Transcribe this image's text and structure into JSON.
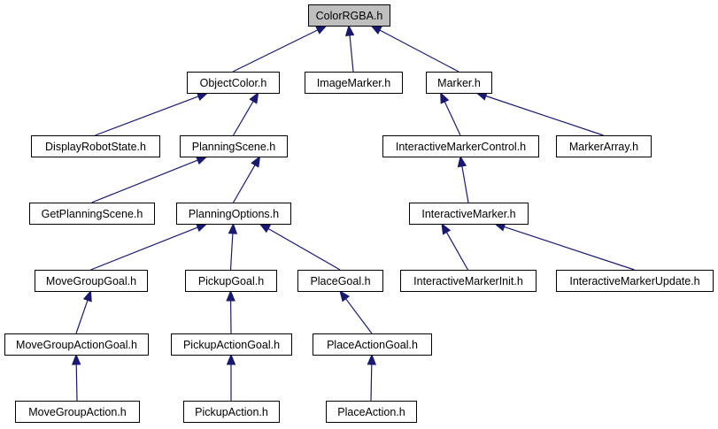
{
  "graph": {
    "nodes": [
      {
        "id": "colorrgba",
        "label": "ColorRGBA.h",
        "root": true
      },
      {
        "id": "objectcolor",
        "label": "ObjectColor.h"
      },
      {
        "id": "imagemarker",
        "label": "ImageMarker.h"
      },
      {
        "id": "marker",
        "label": "Marker.h"
      },
      {
        "id": "displayrobotstate",
        "label": "DisplayRobotState.h"
      },
      {
        "id": "planningscene",
        "label": "PlanningScene.h"
      },
      {
        "id": "interactivemarkercontrol",
        "label": "InteractiveMarkerControl.h"
      },
      {
        "id": "markerarray",
        "label": "MarkerArray.h"
      },
      {
        "id": "getplanningscene",
        "label": "GetPlanningScene.h"
      },
      {
        "id": "planningoptions",
        "label": "PlanningOptions.h"
      },
      {
        "id": "interactivemarker",
        "label": "InteractiveMarker.h"
      },
      {
        "id": "movegroupgoal",
        "label": "MoveGroupGoal.h"
      },
      {
        "id": "pickupgoal",
        "label": "PickupGoal.h"
      },
      {
        "id": "placegoal",
        "label": "PlaceGoal.h"
      },
      {
        "id": "interactivemarkerinit",
        "label": "InteractiveMarkerInit.h"
      },
      {
        "id": "interactivemarkerupdate",
        "label": "InteractiveMarkerUpdate.h"
      },
      {
        "id": "movegroupactiongoal",
        "label": "MoveGroupActionGoal.h"
      },
      {
        "id": "pickupactiongoal",
        "label": "PickupActionGoal.h"
      },
      {
        "id": "placeactiongoal",
        "label": "PlaceActionGoal.h"
      },
      {
        "id": "movegroupaction",
        "label": "MoveGroupAction.h"
      },
      {
        "id": "pickupaction",
        "label": "PickupAction.h"
      },
      {
        "id": "placeaction",
        "label": "PlaceAction.h"
      }
    ],
    "edges": [
      {
        "from": "objectcolor",
        "to": "colorrgba"
      },
      {
        "from": "imagemarker",
        "to": "colorrgba"
      },
      {
        "from": "marker",
        "to": "colorrgba"
      },
      {
        "from": "displayrobotstate",
        "to": "objectcolor"
      },
      {
        "from": "planningscene",
        "to": "objectcolor"
      },
      {
        "from": "interactivemarkercontrol",
        "to": "marker"
      },
      {
        "from": "markerarray",
        "to": "marker"
      },
      {
        "from": "getplanningscene",
        "to": "planningscene"
      },
      {
        "from": "planningoptions",
        "to": "planningscene"
      },
      {
        "from": "interactivemarker",
        "to": "interactivemarkercontrol"
      },
      {
        "from": "movegroupgoal",
        "to": "planningoptions"
      },
      {
        "from": "pickupgoal",
        "to": "planningoptions"
      },
      {
        "from": "placegoal",
        "to": "planningoptions"
      },
      {
        "from": "interactivemarkerinit",
        "to": "interactivemarker"
      },
      {
        "from": "interactivemarkerupdate",
        "to": "interactivemarker"
      },
      {
        "from": "movegroupactiongoal",
        "to": "movegroupgoal"
      },
      {
        "from": "pickupactiongoal",
        "to": "pickupgoal"
      },
      {
        "from": "placeactiongoal",
        "to": "placegoal"
      },
      {
        "from": "movegroupaction",
        "to": "movegroupactiongoal"
      },
      {
        "from": "pickupaction",
        "to": "pickupactiongoal"
      },
      {
        "from": "placeaction",
        "to": "placeactiongoal"
      }
    ]
  },
  "colors": {
    "edge": "#191970",
    "root_fill": "#bfbfbf",
    "node_fill": "#ffffff",
    "border": "#000000"
  }
}
